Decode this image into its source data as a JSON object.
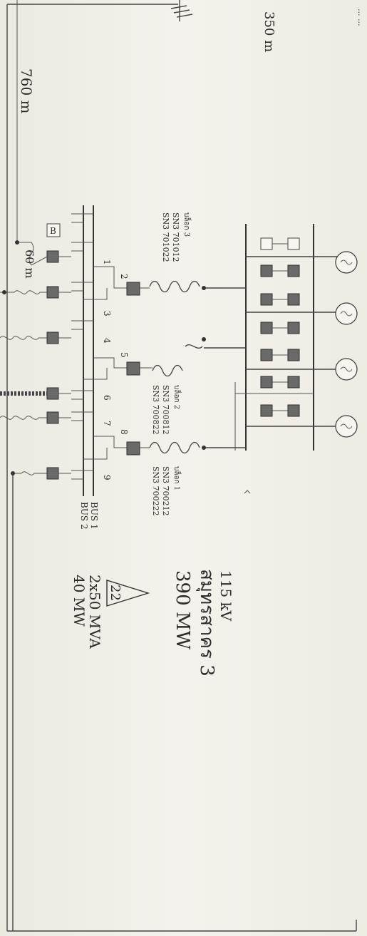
{
  "station": {
    "voltage": "115 kV",
    "name": "สมุทรสาคร 3",
    "capacity_mw": "390 MW",
    "badge": "22",
    "transformer_mva": "2x50 MVA",
    "load_mw": "40 MW"
  },
  "distances": {
    "d350": "350 m",
    "d760": "760 m",
    "d60": "60 m"
  },
  "blocks": {
    "block3": {
      "label": " บล็อก 3",
      "code1": "SN3 701012",
      "code2": "SN3 701022"
    },
    "block2": {
      "label": "บล็อก 2",
      "code1": "SN3 700812",
      "code2": "SN3 700822"
    },
    "block1": {
      "label": "บล็อก 1",
      "code1": "SN3 700212",
      "code2": "SN3 700222"
    }
  },
  "buses": {
    "bus1": "BUS 1",
    "bus2": "BUS 2"
  },
  "bays": [
    "1",
    "2",
    "3",
    "4",
    "5",
    "6",
    "7",
    "8",
    "9"
  ],
  "b_label": "B",
  "edge_text": "... ..."
}
